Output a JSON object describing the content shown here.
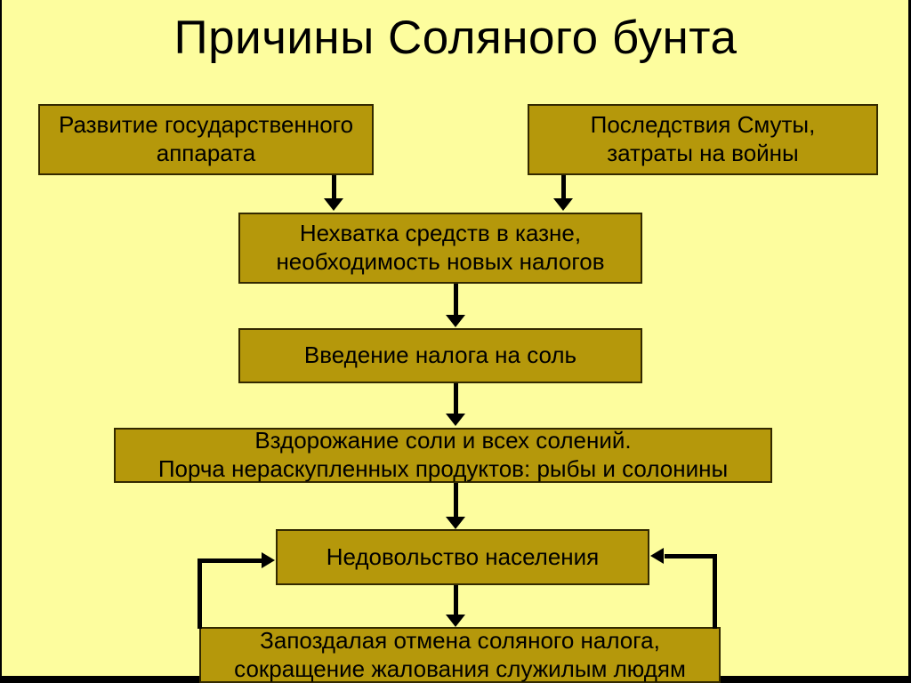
{
  "diagram": {
    "title": "Причины Соляного бунта",
    "colors": {
      "background": "#FDFD9E",
      "node_fill": "#B5980B",
      "node_border": "#332900",
      "arrow": "#000000",
      "text": "#000000",
      "frame": "#000000"
    },
    "nodes": [
      {
        "id": "state-apparatus-growth",
        "text": "Развитие государственного аппарата",
        "lines": [
          "Развитие государственного",
          "аппарата"
        ]
      },
      {
        "id": "smuta-aftermath",
        "text": "Последствия Смуты, затраты на войны",
        "lines": [
          "Последствия Смуты,",
          "затраты на войны"
        ]
      },
      {
        "id": "treasury-shortage",
        "text": "Нехватка средств в казне, необходимость новых налогов",
        "lines": [
          "Нехватка средств в казне,",
          "необходимость новых налогов"
        ]
      },
      {
        "id": "salt-tax-introduction",
        "text": "Введение налога на соль",
        "lines": [
          "Введение налога на соль"
        ]
      },
      {
        "id": "price-rise-and-spoilage",
        "text": "Вздорожание соли и всех солений. Порча нераскупленных продуктов: рыбы и солонины",
        "lines": [
          "Вздорожание соли и всех солений.",
          "Порча нераскупленных продуктов: рыбы и солонины"
        ]
      },
      {
        "id": "popular-discontent",
        "text": "Недовольство населения",
        "lines": [
          "Недовольство населения"
        ]
      },
      {
        "id": "late-tax-repeal",
        "text": "Запоздалая отмена соляного налога, сокращение жалования служилым людям",
        "lines": [
          "Запоздалая отмена соляного налога,",
          "сокращение жалования служилым людям"
        ]
      }
    ],
    "edges": [
      {
        "from": "state-apparatus-growth",
        "to": "treasury-shortage"
      },
      {
        "from": "smuta-aftermath",
        "to": "treasury-shortage"
      },
      {
        "from": "treasury-shortage",
        "to": "salt-tax-introduction"
      },
      {
        "from": "salt-tax-introduction",
        "to": "price-rise-and-spoilage"
      },
      {
        "from": "price-rise-and-spoilage",
        "to": "popular-discontent"
      },
      {
        "from": "popular-discontent",
        "to": "late-tax-repeal"
      },
      {
        "from": "late-tax-repeal",
        "to": "popular-discontent",
        "side": "left"
      },
      {
        "from": "late-tax-repeal",
        "to": "popular-discontent",
        "side": "right"
      }
    ]
  }
}
